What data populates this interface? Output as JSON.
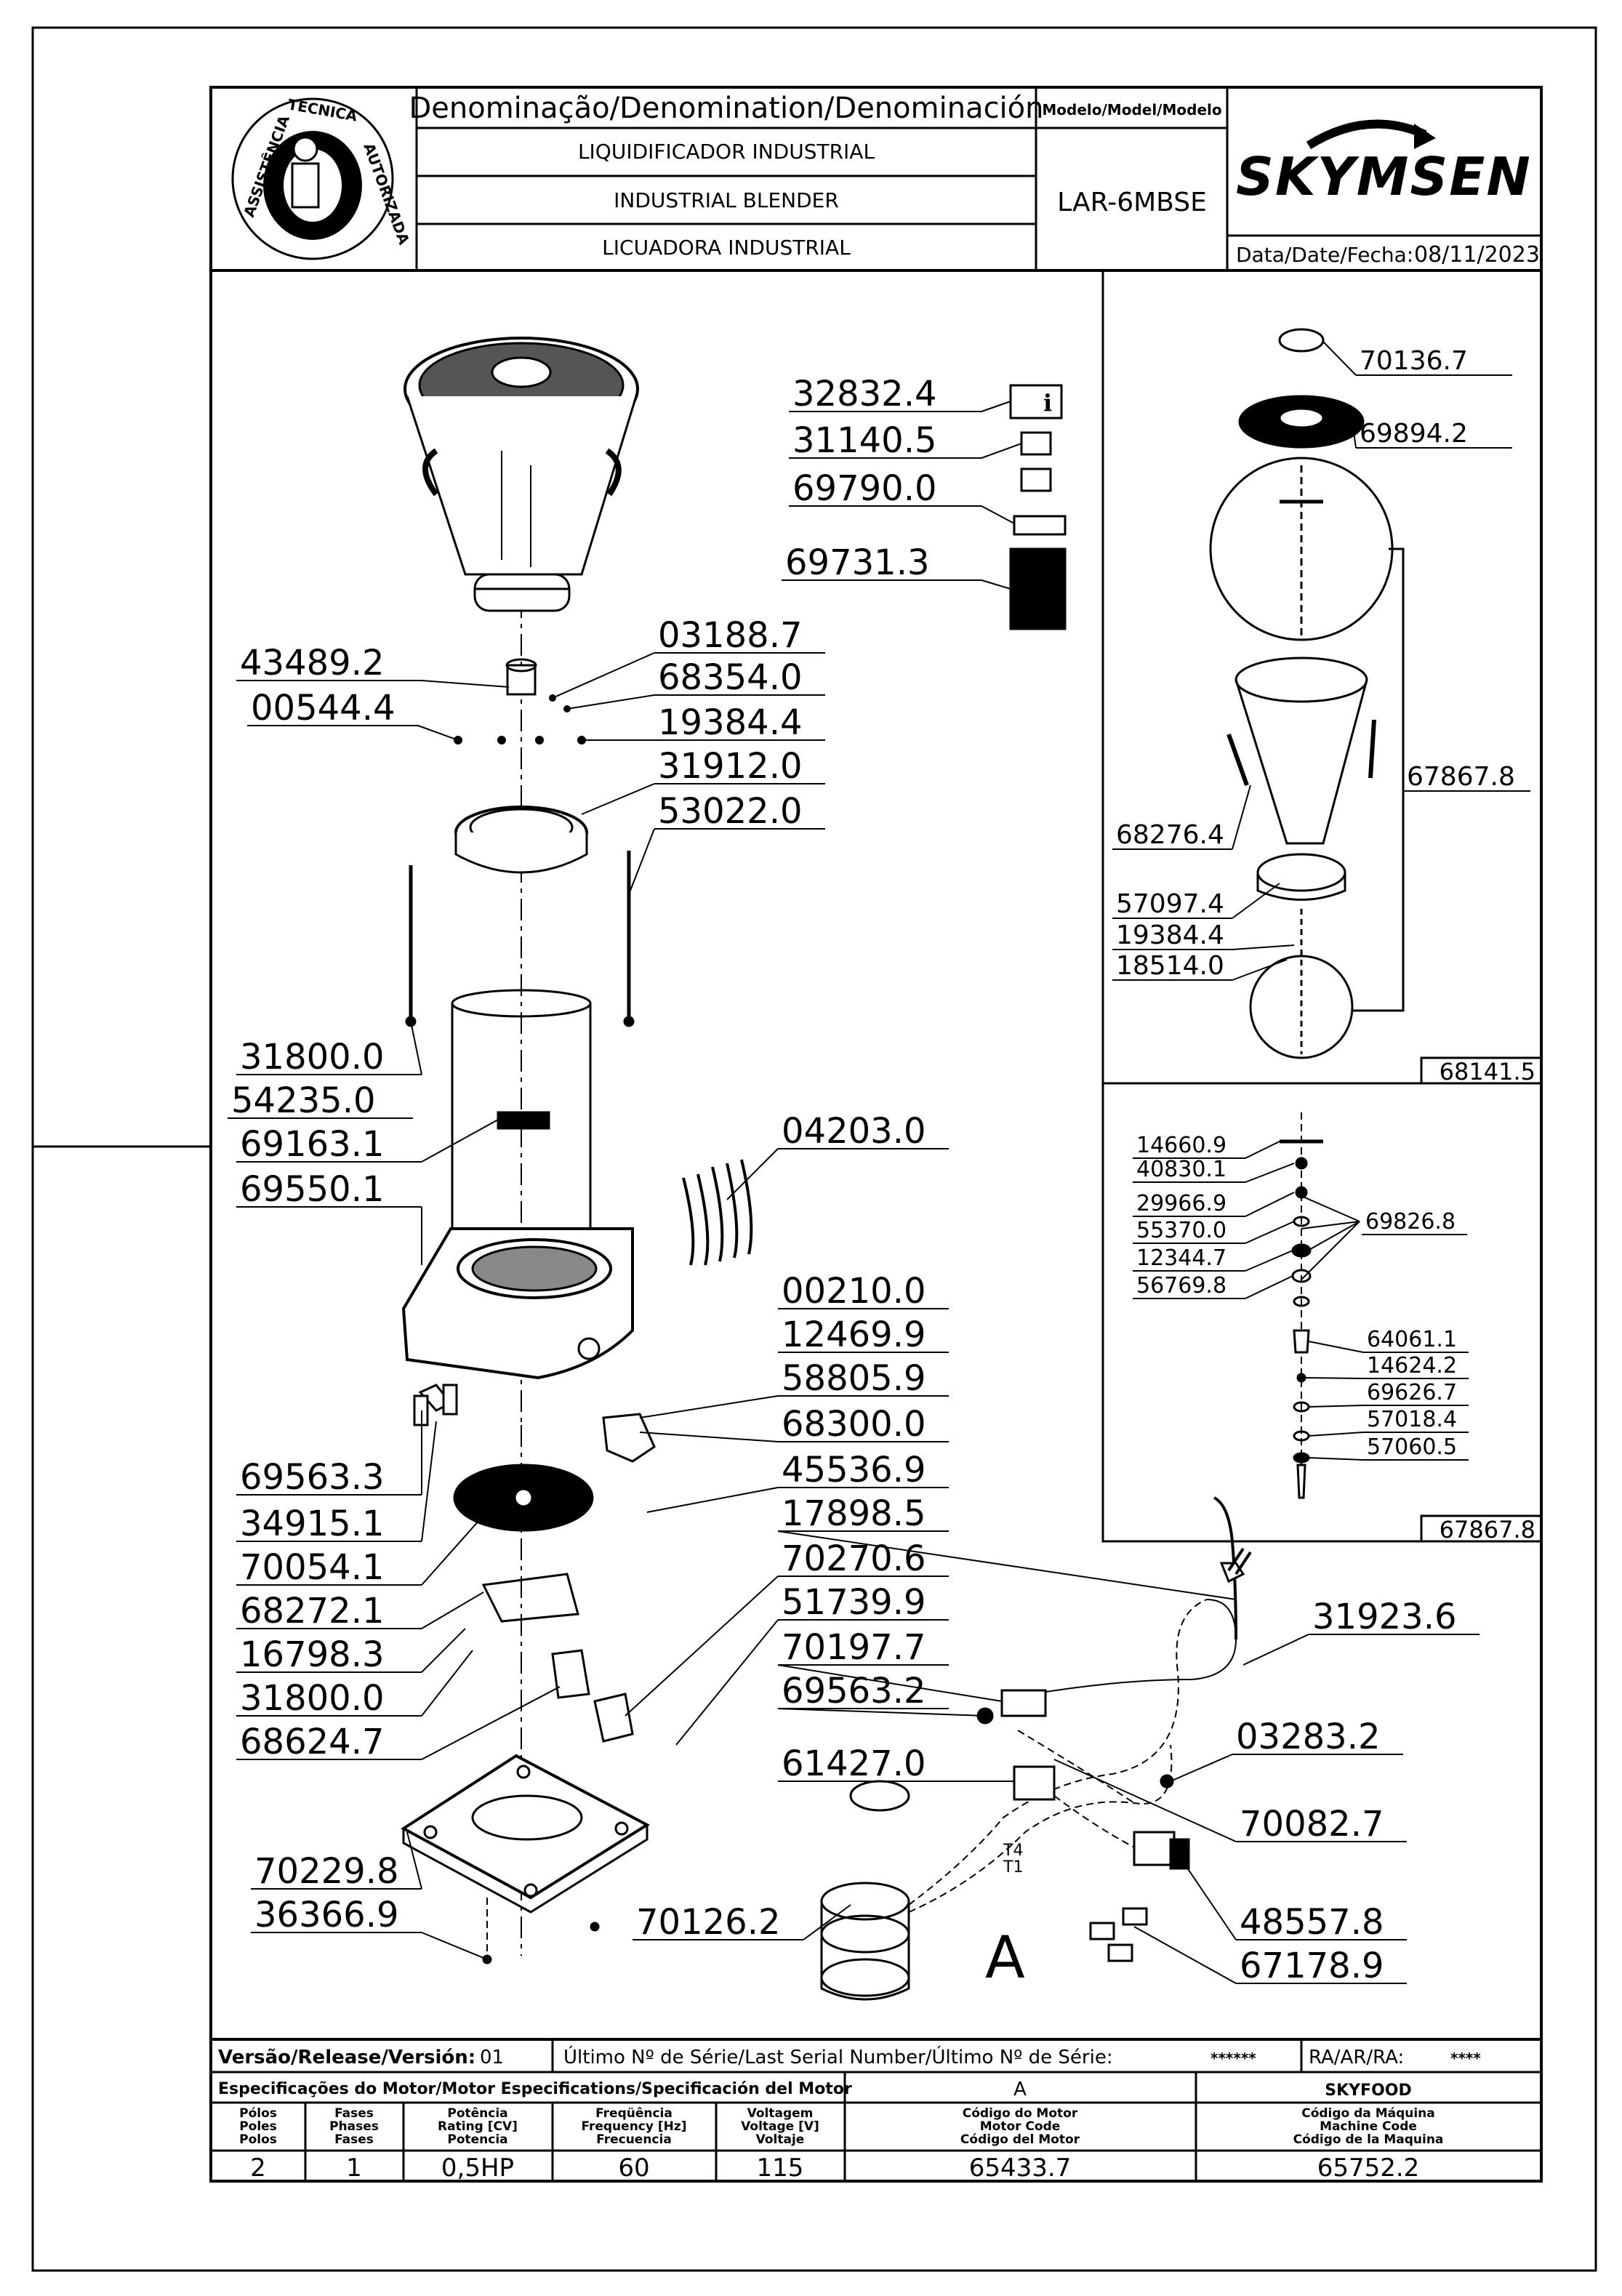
{
  "header": {
    "denomination_label": "Denominação/Denomination/Denominación",
    "name_pt": "LIQUIDIFICADOR INDUSTRIAL",
    "name_en": "INDUSTRIAL BLENDER",
    "name_es": "LICUADORA INDUSTRIAL",
    "model_label": "Modelo/Model/Modelo",
    "model_value": "LAR-6MBSE",
    "brand": "SKYMSEN",
    "date_label": "Data/Date/Fecha:",
    "date_value": "08/11/2023",
    "logo_text_left": "ASSISTÊNCIA",
    "logo_text_top": "TÉCNICA",
    "logo_text_right": "AUTORIZADA"
  },
  "parts_main": [
    "43489.2",
    "00544.4",
    "03188.7",
    "68354.0",
    "19384.4",
    "31912.0",
    "53022.0",
    "31800.0",
    "54235.0",
    "69163.1",
    "69550.1",
    "04203.0",
    "00210.0",
    "12469.9",
    "58805.9",
    "68300.0",
    "45536.9",
    "17898.5",
    "69563.3",
    "34915.1",
    "70054.1",
    "68272.1",
    "16798.3",
    "31800.0",
    "68624.7",
    "70270.6",
    "51739.9",
    "70197.7",
    "69563.2",
    "31923.6",
    "03283.2",
    "61427.0",
    "70082.7",
    "70229.8",
    "36366.9",
    "70126.2",
    "48557.8",
    "67178.9"
  ],
  "parts_docs": [
    "32832.4",
    "31140.5",
    "69790.0",
    "69731.3"
  ],
  "jar_assembly": {
    "parts": [
      "70136.7",
      "69894.2",
      "67867.8",
      "68276.4",
      "57097.4",
      "19384.4",
      "18514.0"
    ],
    "box_code": "68141.5"
  },
  "blade_assembly": {
    "parts": [
      "14660.9",
      "40830.1",
      "29966.9",
      "55370.0",
      "12344.7",
      "56769.8",
      "69826.8",
      "64061.1",
      "14624.2",
      "69626.7",
      "57018.4",
      "57060.5"
    ],
    "box_code": "67867.8"
  },
  "wire_labels": [
    "T4",
    "T1"
  ],
  "detail_marker": "A",
  "footer": {
    "version_label": "Versão/Release/Versión:",
    "version_value": "01",
    "serial_label": "Último Nº de Série/Last Serial Number/Último Nº de Série:",
    "serial_value": "******",
    "ra_label": "RA/AR/RA:",
    "ra_value": "****",
    "motor_spec_label": "Especificações do Motor/Motor Especifications/Specificación del Motor",
    "col_a": "A",
    "col_skyfood": "SKYFOOD",
    "h_poles": [
      "Pólos",
      "Poles",
      "Polos"
    ],
    "h_phases": [
      "Fases",
      "Phases",
      "Fases"
    ],
    "h_rating": [
      "Potência",
      "Rating [CV]",
      "Potencia"
    ],
    "h_freq": [
      "Freqüência",
      "Frequency [Hz]",
      "Frecuencia"
    ],
    "h_voltage": [
      "Voltagem",
      "Voltage [V]",
      "Voltaje"
    ],
    "h_motor_code": [
      "Código do Motor",
      "Motor Code",
      "Código del Motor"
    ],
    "h_machine_code": [
      "Código da Máquina",
      "Machine Code",
      "Código de la Maquina"
    ],
    "v_poles": "2",
    "v_phases": "1",
    "v_rating": "0,5HP",
    "v_freq": "60",
    "v_voltage": "115",
    "v_motor_code": "65433.7",
    "v_machine_code": "65752.2"
  }
}
